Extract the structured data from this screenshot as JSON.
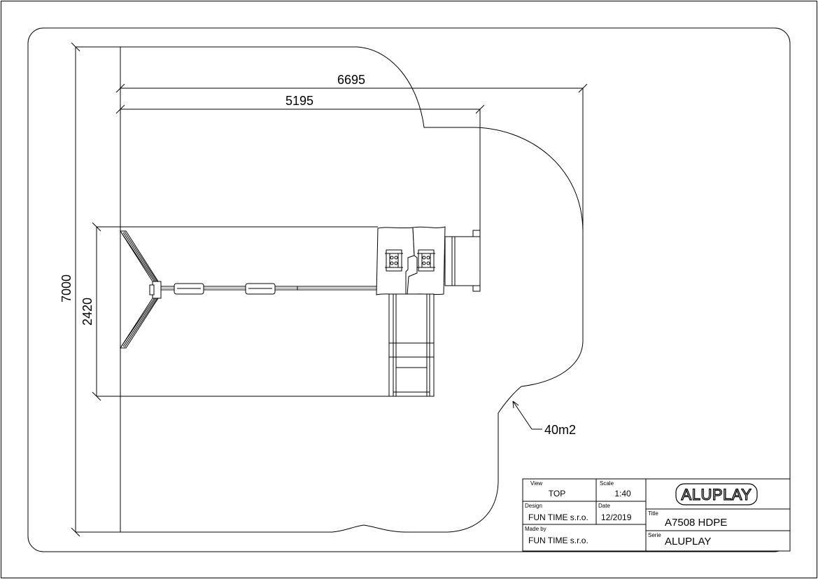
{
  "dimensions": {
    "width_total": "6695",
    "width_inner": "5195",
    "height_total": "7000",
    "height_inner": "2420"
  },
  "area_label": "40m2",
  "title_block": {
    "view_label": "View",
    "view_value": "TOP",
    "scale_label": "Scale",
    "scale_value": "1:40",
    "design_label": "Design",
    "design_value": "FUN TIME s.r.o.",
    "date_label": "Date",
    "date_value": "12/2019",
    "made_by_label": "Made by",
    "made_by_value": "FUN TIME s.r.o.",
    "title_label": "Title",
    "title_value": "A7508 HDPE",
    "serie_label": "Serie",
    "serie_value": "ALUPLAY",
    "logo_text": "ALUPLAY"
  }
}
